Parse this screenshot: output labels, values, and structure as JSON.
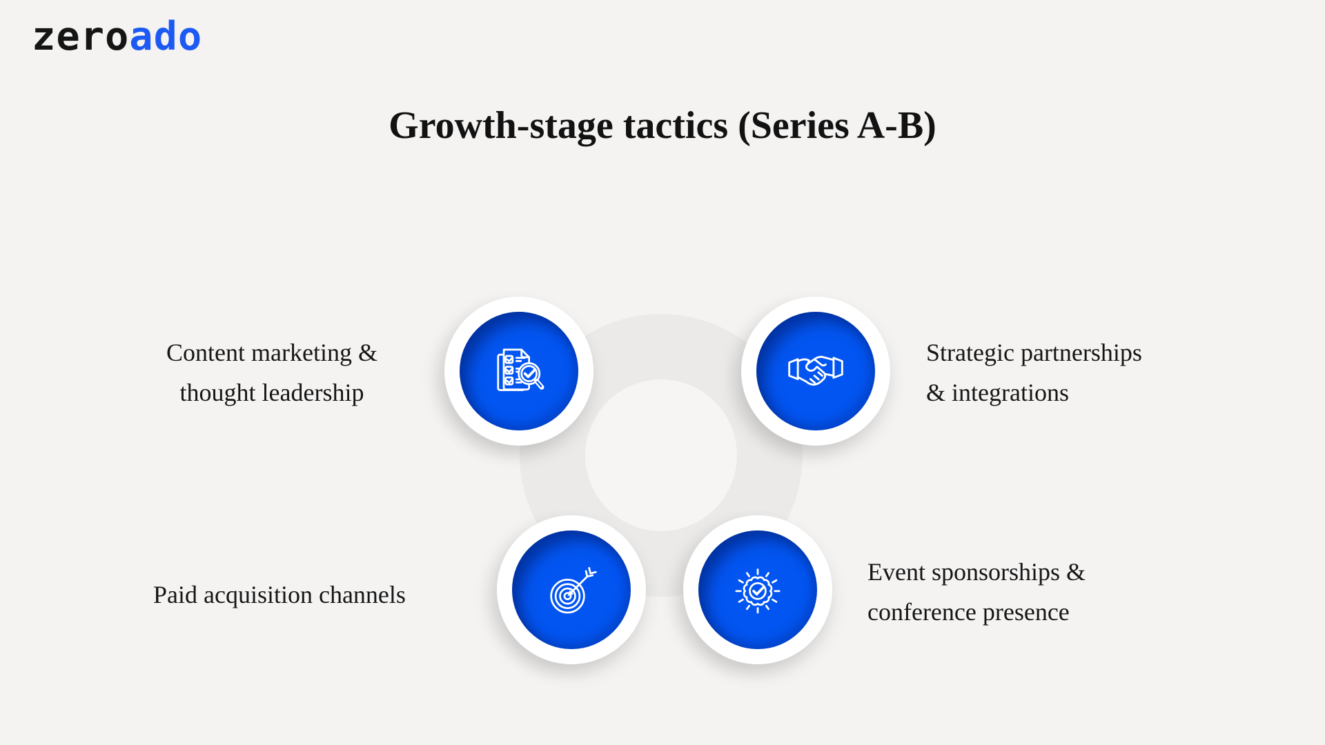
{
  "brand": {
    "logo_black": "zero",
    "logo_blue": "ado"
  },
  "title": "Growth-stage tactics (Series A-B)",
  "tactics": [
    {
      "label_line1": "Content marketing &",
      "label_line2": "thought leadership",
      "icon": "checklist-search-icon"
    },
    {
      "label_line1": "Strategic partnerships",
      "label_line2": "& integrations",
      "icon": "handshake-icon"
    },
    {
      "label_line1": "Paid acquisition channels",
      "label_line2": "",
      "icon": "target-arrow-icon"
    },
    {
      "label_line1": "Event sponsorships &",
      "label_line2": "conference presence",
      "icon": "badge-check-icon"
    }
  ],
  "colors": {
    "accent_blue": "#0355f1",
    "logo_blue": "#1d59f3",
    "text": "#141414",
    "background": "#f4f3f2",
    "ring": "#ebeae9",
    "ring_hole": "#f6f5f4",
    "node_white": "#ffffff",
    "icon_stroke": "#ffffff"
  }
}
